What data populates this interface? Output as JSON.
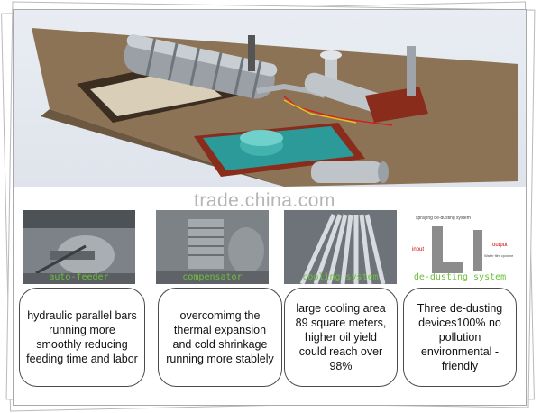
{
  "watermark": "trade.china.com",
  "features": [
    {
      "caption": "auto-feeder",
      "text": "hydraulic parallel bars running more smoothly reducing feeding time and labor"
    },
    {
      "caption": "compensator",
      "text": "overcomimg the thermal expansion and cold shrinkage running more stablely"
    },
    {
      "caption": "cooling system",
      "text": "large cooling area 89 square meters, higher oil yield could reach over 98%"
    },
    {
      "caption": "de-dusting system",
      "text": "Three de-dusting devices100% no pollution environmental -friendly"
    }
  ],
  "diagram_labels": {
    "top": "spraying de-dusting system",
    "input": "input",
    "output": "output",
    "right_note": "Water film cyclone"
  }
}
